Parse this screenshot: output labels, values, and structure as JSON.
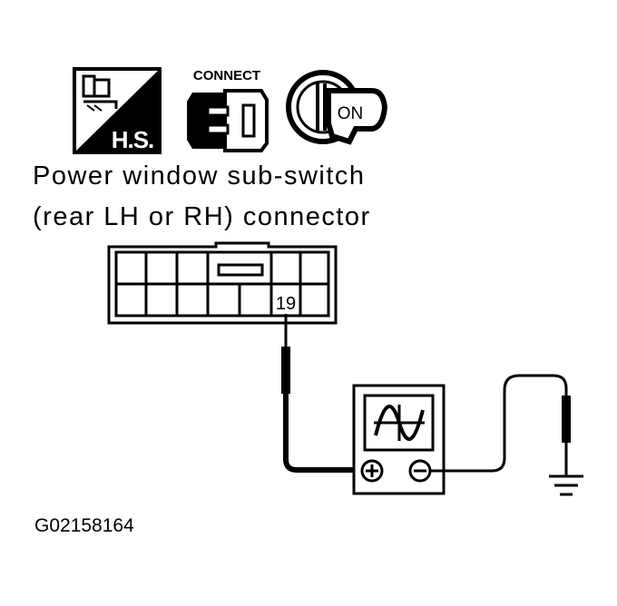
{
  "icons": {
    "harness_support": {
      "name": "harness-support-icon",
      "label": "H.S."
    },
    "connect": {
      "name": "connect-icon",
      "label": "CONNECT"
    },
    "ignition": {
      "name": "ignition-key-icon",
      "label": "ON"
    }
  },
  "connector": {
    "title_line1": "Power window sub-switch",
    "title_line2": "(rear LH or RH) connector",
    "terminal": "19"
  },
  "meter": {
    "icon": "oscilloscope-icon",
    "positive": "positive-terminal-icon",
    "negative": "negative-terminal-icon"
  },
  "ground": {
    "icon": "ground-icon"
  },
  "figure_code": "G02158164"
}
